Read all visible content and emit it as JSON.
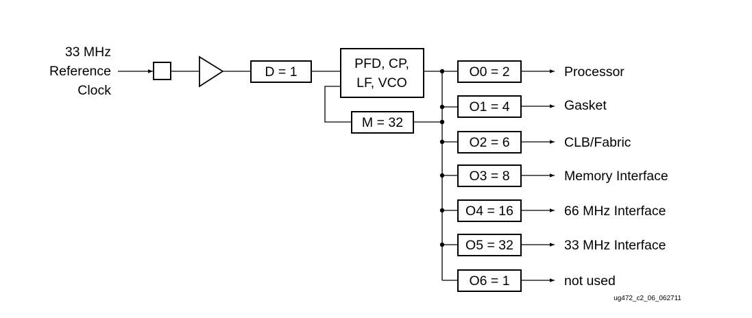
{
  "input": {
    "label_line1": "33 MHz",
    "label_line2": "Reference",
    "label_line3": "Clock"
  },
  "blocks": {
    "divider": "D = 1",
    "pll_line1": "PFD, CP,",
    "pll_line2": "LF, VCO",
    "feedback": "M = 32"
  },
  "outputs": [
    {
      "counter": "O0 = 2",
      "destination": "Processor"
    },
    {
      "counter": "O1 = 4",
      "destination": "Gasket"
    },
    {
      "counter": "O2 = 6",
      "destination": "CLB/Fabric"
    },
    {
      "counter": "O3 = 8",
      "destination": "Memory Interface"
    },
    {
      "counter": "O4 = 16",
      "destination": "66 MHz Interface"
    },
    {
      "counter": "O5 = 32",
      "destination": "33 MHz Interface"
    },
    {
      "counter": "O6 = 1",
      "destination": "not used"
    }
  ],
  "figure_id": "ug472_c2_06_062711"
}
